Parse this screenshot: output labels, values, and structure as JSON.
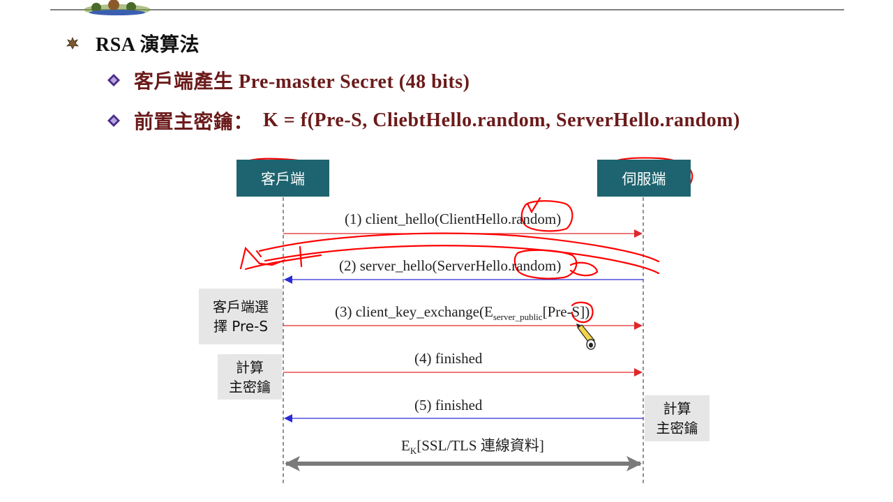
{
  "bullets": {
    "main": "RSA 演算法",
    "sub1": "客戶端產生 Pre-master Secret (48 bits)",
    "sub2_label": "前置主密鑰：",
    "sub2_formula": "K = f(Pre-S, CliebtHello.random, ServerHello.random)"
  },
  "diagram": {
    "client_label": "客戶端",
    "server_label": "伺服端",
    "messages": {
      "m1": "(1)  client_hello(ClientHello.random)",
      "m2": "(2) server_hello(ServerHello.random)",
      "m3_pre": "(3) client_key_exchange(E",
      "m3_sub": "server_public",
      "m3_post": "[Pre-S])",
      "m4": "(4) finished",
      "m5": "(5) finished",
      "m6_pre": "E",
      "m6_sub": "K",
      "m6_post": "[SSL/TLS 連線資料]"
    },
    "notes": {
      "client_select_line1": "客戶端選",
      "client_select_line2": "擇 Pre-S",
      "client_calc_line1": "計算",
      "client_calc_line2": "主密鑰",
      "server_calc_line1": "計算",
      "server_calc_line2": "主密鑰"
    }
  },
  "colors": {
    "box_teal": "#1e6470",
    "arrow_red": "#e0282a",
    "arrow_blue": "#2b2bd6",
    "annotation_red": "#ff0000",
    "title_maroon": "#6b1a1a",
    "bullet_purple": "#4b2c8a"
  }
}
